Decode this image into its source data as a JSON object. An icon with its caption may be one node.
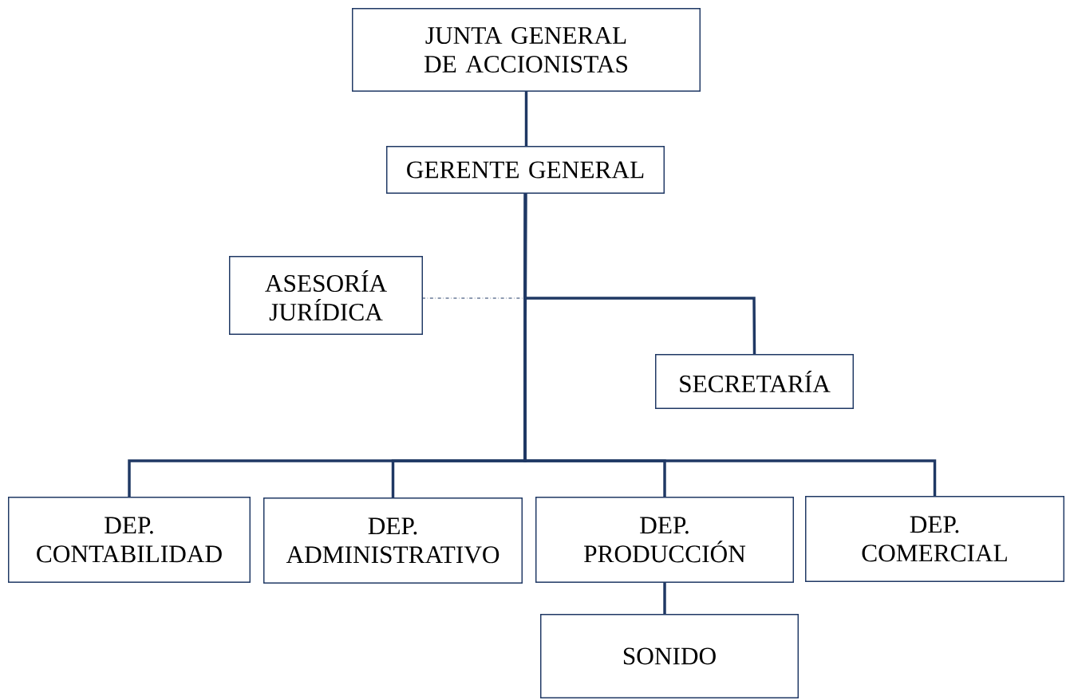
{
  "diagram": {
    "nodes": [
      {
        "text": [
          "JUNTA GENERAL DE ACCIONISTAS"
        ]
      },
      {
        "text": [
          "GERENTE GENERAL"
        ]
      },
      {
        "text": [
          "ASESORÍA JURÍDICA"
        ]
      },
      {
        "text": [
          "SECRETARÍA"
        ]
      },
      {
        "text": [
          "DEP. CONTABILIDAD"
        ]
      },
      {
        "text": [
          "DEP. ADMINISTRATIVO"
        ]
      },
      {
        "text": [
          "DEP. PRODUCCIÓN"
        ]
      },
      {
        "text": [
          "DEP. COMERCIAL"
        ]
      },
      {
        "text": [
          "SONIDO"
        ]
      }
    ],
    "edges": [
      {
        "from": 0,
        "to": 1,
        "arrow": "none"
      },
      {
        "from": 1,
        "to": 2,
        "arrow": "none",
        "style": "dashed"
      },
      {
        "from": 1,
        "to": 3,
        "arrow": "none"
      },
      {
        "from": 1,
        "to": 4,
        "arrow": "none"
      },
      {
        "from": 1,
        "to": 5,
        "arrow": "none"
      },
      {
        "from": 1,
        "to": 6,
        "arrow": "none"
      },
      {
        "from": 1,
        "to": 7,
        "arrow": "none"
      },
      {
        "from": 6,
        "to": 8,
        "arrow": "none"
      }
    ]
  }
}
